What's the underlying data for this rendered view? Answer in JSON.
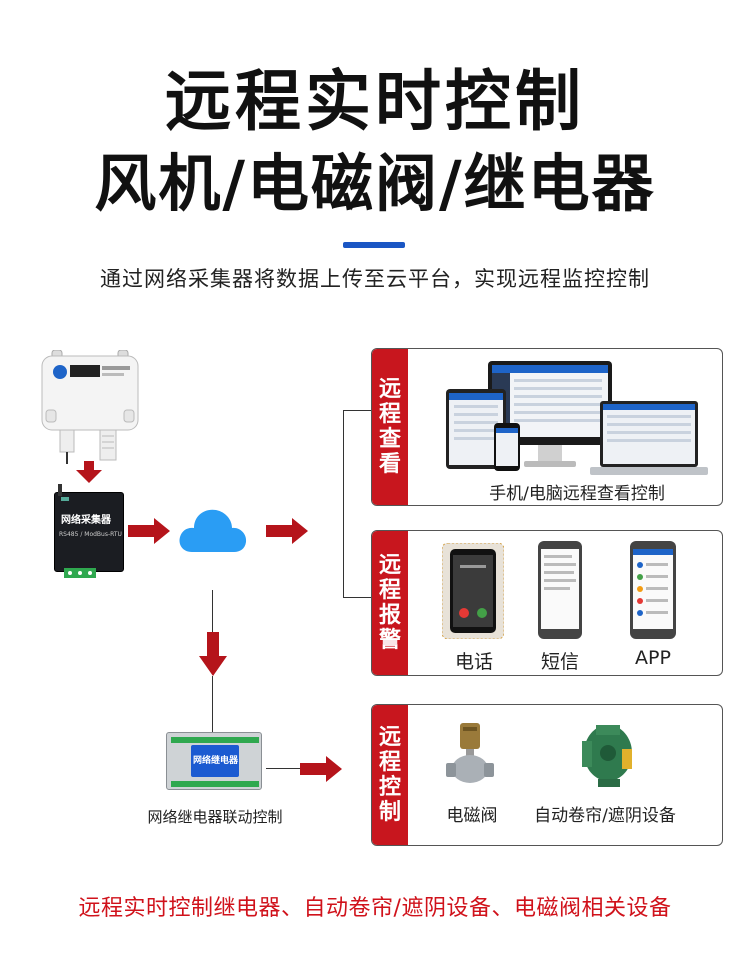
{
  "header": {
    "title_line1": "远程实时控制",
    "title_line2": "风机/电磁阀/继电器",
    "subtitle": "通过网络采集器将数据上传至云平台，实现远程监控控制"
  },
  "devices": {
    "collector_label": "网络采集器",
    "collector_sub": "RS485 / ModBus-RTU",
    "relay_label": "网络继电器",
    "relay_caption": "网络继电器联动控制"
  },
  "panels": {
    "view": {
      "tab": [
        "远",
        "程",
        "查",
        "看"
      ],
      "caption": "手机/电脑远程查看控制"
    },
    "alarm": {
      "tab": [
        "远",
        "程",
        "报",
        "警"
      ],
      "items": [
        "电话",
        "短信",
        "APP"
      ]
    },
    "control": {
      "tab": [
        "远",
        "程",
        "控",
        "制"
      ],
      "items": [
        "电磁阀",
        "自动卷帘/遮阴设备"
      ]
    }
  },
  "footer": "远程实时控制继电器、自动卷帘/遮阴设备、电磁阀相关设备",
  "colors": {
    "accent_blue": "#1a56c4",
    "tab_red": "#c8161e",
    "arrow_red": "#b5141b",
    "footer_red": "#d0121b",
    "cloud_blue": "#2a9df4"
  }
}
